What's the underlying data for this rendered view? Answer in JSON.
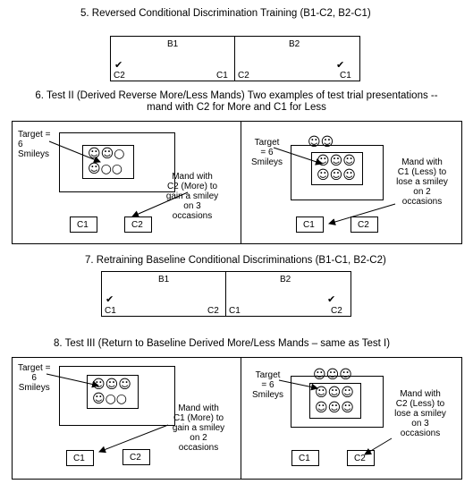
{
  "section5": {
    "heading": "5. Reversed Conditional Discrimination Training (B1-C2, B2-C1)",
    "left": {
      "sample": "B1",
      "left_comp": "C2",
      "right_comp": "C1",
      "check": "✔"
    },
    "right": {
      "sample": "B2",
      "left_comp": "C2",
      "right_comp": "C1",
      "check": "✔"
    }
  },
  "section6": {
    "heading_line1": "6. Test II (Derived Reverse More/Less Mands) Two examples of test trial presentations --",
    "heading_line2": "mand with C2 for More and C1 for Less",
    "left_panel": {
      "target": "Target =\n6\nSmileys",
      "smileys_row1": "☺☺○",
      "smileys_row2": "☺○○",
      "mand": "Mand with\nC2 (More) to\ngain a smiley\non 3\noccasions",
      "btn1": "C1",
      "btn2": "C2"
    },
    "right_panel": {
      "target": "Target\n= 6\nSmileys",
      "smileys_out": "☺☺",
      "smileys_row1": "☺☺☺",
      "smileys_row2": "☺☺☺",
      "mand": "Mand with\nC1 (Less) to\nlose a smiley\non 2\noccasions",
      "btn1": "C1",
      "btn2": "C2"
    }
  },
  "section7": {
    "heading": "7. Retraining Baseline Conditional Discriminations (B1-C1, B2-C2)",
    "left": {
      "sample": "B1",
      "left_comp": "C1",
      "right_comp": "C2",
      "check": "✔"
    },
    "right": {
      "sample": "B2",
      "left_comp": "C1",
      "right_comp": "C2",
      "check": "✔"
    }
  },
  "section8": {
    "heading": "8. Test III (Return to Baseline Derived More/Less Mands – same as Test I)",
    "left_panel": {
      "target": "Target =\n6\nSmileys",
      "smileys_row1": "☺☺☺",
      "smileys_row2": "☺○○",
      "mand": "Mand with\nC1 (More) to\ngain a smiley\non 2\noccasions",
      "btn1": "C1",
      "btn2": "C2"
    },
    "right_panel": {
      "target": "Target\n= 6\nSmileys",
      "smileys_out": "☺☺☺",
      "smileys_row1": "☺☺☺",
      "smileys_row2": "☺☺☺",
      "mand": "Mand with\nC2 (Less) to\nlose a smiley\non 3\noccasions",
      "btn1": "C1",
      "btn2": "C2"
    }
  }
}
